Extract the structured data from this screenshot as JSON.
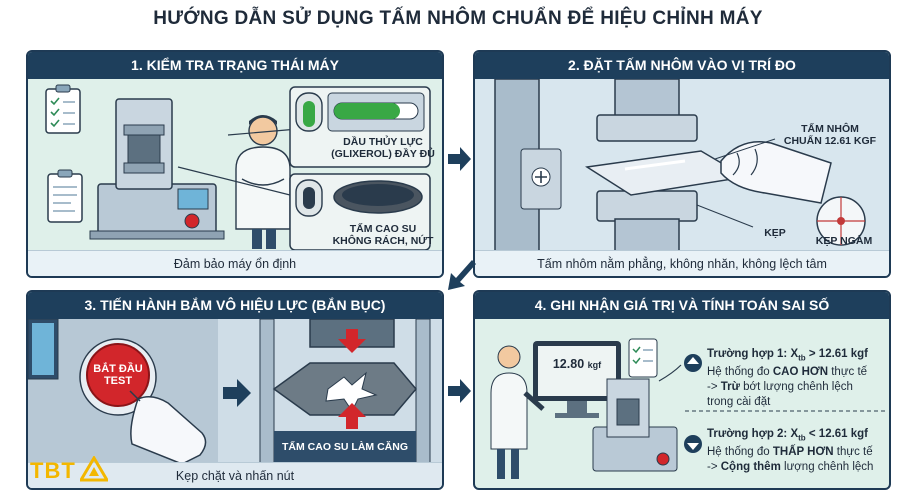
{
  "title": "HƯỚNG DẪN SỬ DỤNG TẤM NHÔM CHUẨN ĐỂ HIỆU CHỈNH MÁY",
  "panels": [
    {
      "heading": "1. KIỂM TRA TRẠNG THÁI MÁY",
      "footer": "Đảm bảo máy ổn định",
      "labels": {
        "oil_line1": "DẦU THỦY LỰC",
        "oil_line2": "(GLIXEROL) ĐẦY ĐỦ",
        "rubber_line1": "TẤM CAO SU",
        "rubber_line2": "KHÔNG RÁCH, NỨT"
      }
    },
    {
      "heading": "2. ĐẶT TẤM NHÔM VÀO VỊ TRÍ ĐO",
      "footer": "Tấm nhôm nằm phẳng, không nhăn, không lệch tâm",
      "labels": {
        "plate_line1": "TẤM NHÔM",
        "plate_line2": "CHUẨN 12.61 KGF",
        "clamp": "KẸP",
        "jaw": "KẸP NGÀM"
      }
    },
    {
      "heading": "3. TIẾN HÀNH BẮM VÔ HIỆU LỰC (BẮN BỤC)",
      "footer": "Kẹp chặt và nhấn nút",
      "labels": {
        "button_line1": "BẮT ĐẦU",
        "button_line2": "TEST",
        "rubber": "TẤM CAO SU LÀM CĂNG"
      }
    },
    {
      "heading": "4. GHI NHẬN GIÁ TRỊ VÀ TÍNH TOÁN SAI SỐ",
      "screen_value": "12.80",
      "screen_unit": "kgf",
      "case1": {
        "head_prefix": "Trường hợp 1: X",
        "head_sub": "tb",
        "head_suffix": " > 12.61 kgf",
        "line1_prefix": "Hệ thống đo ",
        "line1_bold": "CAO HƠN",
        "line1_suffix": " thực tế",
        "line2_prefix": "-> ",
        "line2_bold": "Trừ",
        "line2_suffix": " bớt lượng chênh lệch",
        "line3": "trong cài đặt"
      },
      "case2": {
        "head_prefix": "Trường hợp 2: X",
        "head_sub": "tb",
        "head_suffix": " < 12.61 kgf",
        "line1_prefix": "Hệ thống đo ",
        "line1_bold": "THẤP HƠN",
        "line1_suffix": " thực tế",
        "line2_prefix": "-> ",
        "line2_bold": "Cộng thêm",
        "line2_suffix": " lượng chênh lệch"
      }
    }
  ],
  "logo": "TBT",
  "colors": {
    "header": "#1e3f5c",
    "panel_bg": "#dff0ea",
    "red_button": "#d2262b",
    "logo": "#f3b700"
  }
}
